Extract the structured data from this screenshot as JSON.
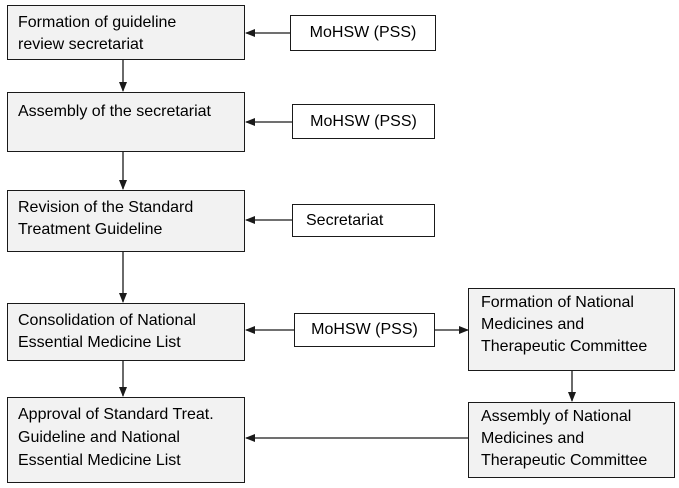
{
  "steps": [
    {
      "id": "formation-secretariat",
      "lines": [
        "Formation of guideline",
        "review secretariat"
      ]
    },
    {
      "id": "assembly-secretariat",
      "lines": [
        "Assembly of the secretariat"
      ]
    },
    {
      "id": "revision-stg",
      "lines": [
        "Revision of the Standard",
        "Treatment Guideline"
      ]
    },
    {
      "id": "consolidation-neml",
      "lines": [
        "Consolidation of National",
        "Essential Medicine List"
      ]
    },
    {
      "id": "approval",
      "lines": [
        "Approval of Standard Treat.",
        "Guideline and National",
        "Essential Medicine List"
      ]
    }
  ],
  "actors": [
    {
      "id": "actor-1",
      "label": "MoHSW (PSS)"
    },
    {
      "id": "actor-2",
      "label": "MoHSW (PSS)"
    },
    {
      "id": "actor-3",
      "label": "Secretariat"
    },
    {
      "id": "actor-4",
      "label": "MoHSW (PSS)"
    }
  ],
  "committee": [
    {
      "id": "formation-committee",
      "lines": [
        "Formation of National",
        "Medicines and",
        "Therapeutic Committee"
      ]
    },
    {
      "id": "assembly-committee",
      "lines": [
        "Assembly of National",
        "Medicines and",
        "Therapeutic Committee"
      ]
    }
  ],
  "colors": {
    "step_fill": "#f2f2f2",
    "actor_fill": "#ffffff",
    "stroke": "#1a1a1a"
  }
}
